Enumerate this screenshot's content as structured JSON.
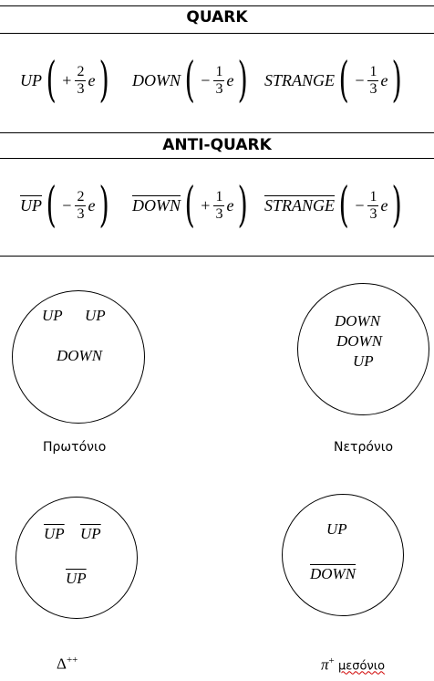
{
  "quark_section": {
    "title": "QUARK",
    "items": [
      {
        "name": "UP",
        "sign": "+",
        "num": "2",
        "den": "3",
        "unit": "e"
      },
      {
        "name": "DOWN",
        "sign": "−",
        "num": "1",
        "den": "3",
        "unit": "e"
      },
      {
        "name": "STRANGE",
        "sign": "−",
        "num": "1",
        "den": "3",
        "unit": "e"
      }
    ]
  },
  "antiquark_section": {
    "title": "ANTI-QUARK",
    "items": [
      {
        "name": "UP",
        "sign": "−",
        "num": "2",
        "den": "3",
        "unit": "e"
      },
      {
        "name": "DOWN",
        "sign": "+",
        "num": "1",
        "den": "3",
        "unit": "e"
      },
      {
        "name": "STRANGE",
        "sign": "−",
        "num": "1",
        "den": "3",
        "unit": "e"
      }
    ]
  },
  "particles": {
    "proton": {
      "quarks": [
        "UP",
        "UP",
        "DOWN"
      ],
      "caption": "Πρωτόνιο"
    },
    "neutron": {
      "quarks": [
        "DOWN",
        "DOWN",
        "UP"
      ],
      "caption": "Νετρόνιο"
    },
    "delta": {
      "quarks": [
        "UP",
        "UP",
        "UP"
      ],
      "caption_symbol": "Δ",
      "caption_sup": "++"
    },
    "pion": {
      "quarks": [
        "UP",
        "DOWN"
      ],
      "caption_symbol": "π",
      "caption_sup": "+",
      "caption_word": "μεσόνιο"
    }
  }
}
